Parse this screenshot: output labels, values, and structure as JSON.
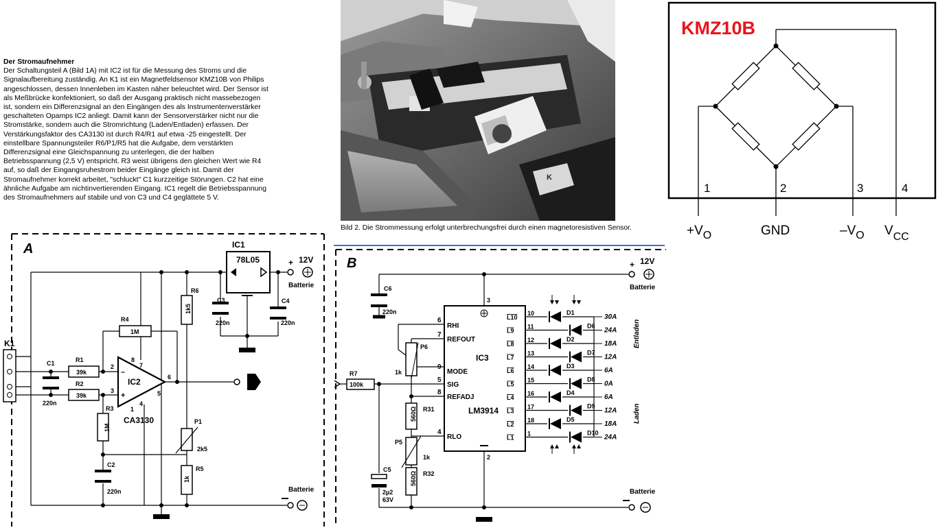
{
  "article": {
    "heading": "Der Stromaufnehmer",
    "lines": [
      "Der Schaltungsteil A (Bild 1A) mit IC2 ist für die Messung des Stroms und die",
      "Signalaufbereitung zuständig. An K1 ist ein Magnetfeldsensor KMZ10B von Philips",
      "angeschlossen, dessen Innenleben im Kasten näher beleuchtet wird. Der Sensor ist",
      "als Meßbrücke konfektioniert, so daß der Ausgang praktisch nicht massebezogen",
      "ist, sondern ein Differenzsignal an den Eingängen des als Instrumentenverstärker",
      "geschalteten Opamps IC2 anliegt. Damit kann der Sensorverstärker nicht nur die",
      "Stromstärke, sondern auch die Stromrichtung (Laden/Entladen) erfassen. Der",
      "Verstärkungsfaktor des CA3130 ist durch R4/R1 auf etwa -25 eingestellt. Der",
      "einstellbare Spannungsteiler R6/P1/R5 hat die Aufgabe, dem verstärkten",
      "Differenzsignal eine Gleichspannung zu unterlegen, die der halben",
      "Betriebsspannung (2,5 V) entspricht. R3 weist übrigens den gleichen Wert wie R4",
      "auf, so daß der Eingangsruhestrom beider Eingänge gleich ist. Damit der",
      "Stromaufnehmer korrekt arbeitet, \"schluckt\" C1 kurzzeitige Störungen. C2 hat eine",
      "ähnliche Aufgabe am nichtinvertierenden Eingang. IC1 regelt die Betriebsspannung",
      "des Stromaufnehmers auf stabile und von C3 und C4 geglättete 5 V."
    ]
  },
  "photo": {
    "caption": "Bild 2. Die Strommessung erfolgt unterbrechungsfrei durch einen magnetoresistiven Sensor.",
    "sticker": "K"
  },
  "kmz": {
    "title": "KMZ10B",
    "pins": [
      "1",
      "2",
      "3",
      "4"
    ],
    "pin_labels": [
      "+V",
      "GND",
      "–V",
      "V"
    ],
    "pin_subs": [
      "O",
      "",
      "O",
      "CC"
    ],
    "title_color": "#e8141c"
  },
  "circuit_a": {
    "label": "A",
    "ic1": "IC1",
    "ic1_type": "78L05",
    "ic2": "IC2",
    "ic2_type": "CA3130",
    "k1": "K1",
    "r1": "R1",
    "r1_val": "39k",
    "r2": "R2",
    "r2_val": "39k",
    "r3": "R3",
    "r3_val": "1M",
    "r4": "R4",
    "r4_val": "1M",
    "r5": "R5",
    "r5_val": "1k",
    "r6": "R6",
    "r6_val": "1k5",
    "p1": "P1",
    "p1_val": "2k5",
    "c1": "C1",
    "c1_val": "220n",
    "c2": "C2",
    "c2_val": "220n",
    "c3": "C3",
    "c3_val": "220n",
    "c4": "C4",
    "c4_val": "220n",
    "supply": "12V",
    "batt": "Batterie",
    "pin2": "2",
    "pin3": "3",
    "pin4": "4",
    "pin5": "5",
    "pin6": "6",
    "pin7": "7",
    "pin8": "8",
    "pin1": "1",
    "minus": "–",
    "plus": "+"
  },
  "circuit_b": {
    "label": "B",
    "ic3": "IC3",
    "ic3_type": "LM3914",
    "c6": "C6",
    "c6_val": "220n",
    "c5": "C5",
    "c5_val1": "2µ2",
    "c5_val2": "63V",
    "r7": "R7",
    "r7_val": "100k",
    "p6": "P6",
    "p6_val": "1k",
    "p5": "P5",
    "p5_val": "1k",
    "r31": "R31",
    "r31_val": "560Ω",
    "r32": "R32",
    "r32_val": "560Ω",
    "supply": "12V",
    "batt": "Batterie",
    "left_pins": [
      {
        "num": "6",
        "name": "RHI"
      },
      {
        "num": "7",
        "name": "REFOUT"
      },
      {
        "num": "9",
        "name": "MODE"
      },
      {
        "num": "5",
        "name": "SIG"
      },
      {
        "num": "8",
        "name": "REFADJ"
      },
      {
        "num": "4",
        "name": "RLO"
      }
    ],
    "outputs": [
      {
        "pin": "L10",
        "num": "10",
        "diode": "D1",
        "amp": "30A"
      },
      {
        "pin": "L9",
        "num": "11",
        "diode": "D6",
        "amp": "24A"
      },
      {
        "pin": "L8",
        "num": "12",
        "diode": "D2",
        "amp": "18A"
      },
      {
        "pin": "L7",
        "num": "13",
        "diode": "D7",
        "amp": "12A"
      },
      {
        "pin": "L6",
        "num": "14",
        "diode": "D3",
        "amp": "6A"
      },
      {
        "pin": "L5",
        "num": "15",
        "diode": "D8",
        "amp": "0A"
      },
      {
        "pin": "L4",
        "num": "16",
        "diode": "D4",
        "amp": "6A"
      },
      {
        "pin": "L3",
        "num": "17",
        "diode": "D9",
        "amp": "12A"
      },
      {
        "pin": "L2",
        "num": "18",
        "diode": "D5",
        "amp": "18A"
      },
      {
        "pin": "L1",
        "num": "1",
        "diode": "D10",
        "amp": "24A"
      }
    ],
    "pin3": "3",
    "pin2": "2",
    "entladen": "Entladen",
    "laden": "Laden"
  }
}
